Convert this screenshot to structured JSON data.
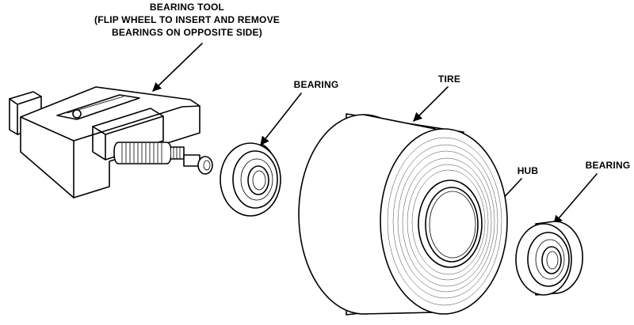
{
  "labels": {
    "bearing_tool": {
      "line1": "BEARING TOOL",
      "line2": "(FLIP WHEEL TO INSERT AND REMOVE",
      "line3": "BEARINGS ON OPPOSITE SIDE)"
    },
    "bearing_left": "BEARING",
    "tire": "TIRE",
    "hub": "HUB",
    "bearing_right": "BEARING"
  }
}
